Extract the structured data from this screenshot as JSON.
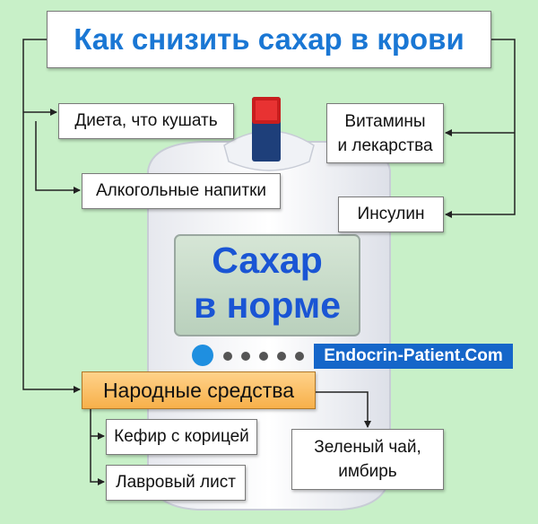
{
  "title": "Как снизить сахар в крови",
  "nodes": {
    "diet": "Диета, что кушать",
    "alcohol": "Алкогольные напитки",
    "vitamins": "Витамины\nи лекарства",
    "insulin": "Инсулин",
    "folk": "Народные средства",
    "kefir": "Кефир с корицей",
    "laurel": "Лавровый лист",
    "tea": "Зеленый чай,\nимбирь"
  },
  "meter": {
    "screen_line1": "Сахар",
    "screen_line2": "в норме"
  },
  "watermark": "Endocrin-Patient.Com",
  "colors": {
    "background": "#c8f0c8",
    "title": "#1a77d4",
    "folk_box": "#f7b04a",
    "watermark_bg": "#1566c9",
    "screen_text": "#1a55d4"
  },
  "icons": [
    "glucose-meter-icon"
  ]
}
